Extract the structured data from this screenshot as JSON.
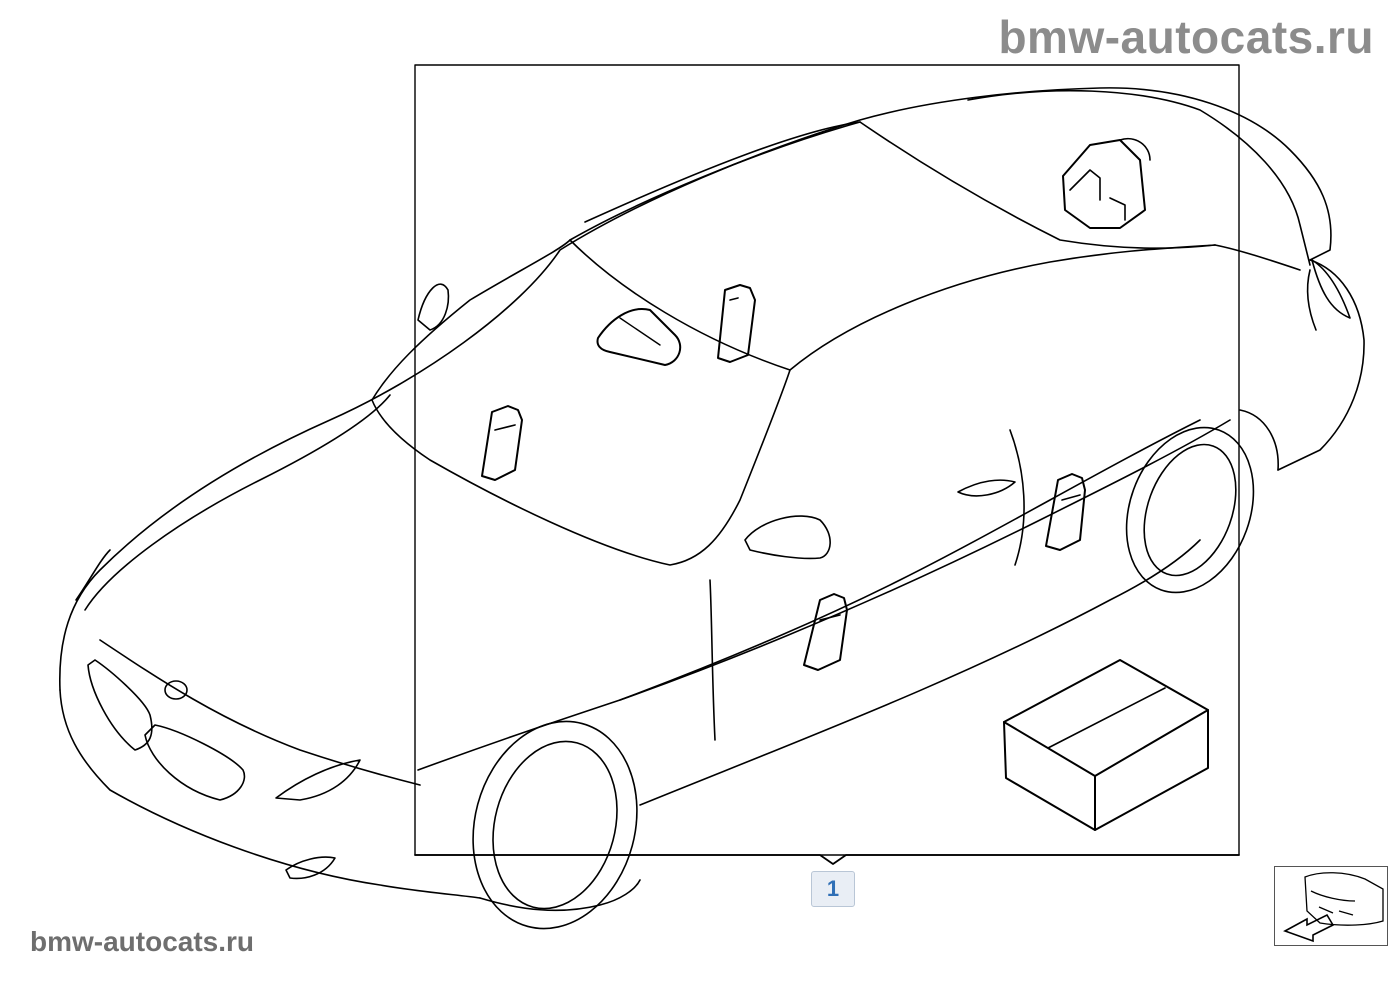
{
  "watermark_top": "bmw-autocats.ru",
  "watermark_bottom": "bmw-autocats.ru",
  "callouts": [
    {
      "label": "1"
    }
  ],
  "icons": {
    "nav_thumbnail": "car-front-arrow-icon",
    "parts": [
      "rain-sensor-icon",
      "antenna-module-icon",
      "control-unit-icon",
      "accessory-box-icon"
    ]
  },
  "colors": {
    "callout_text": "#2f6fb6",
    "callout_bg": "#e9eef5",
    "line_art": "#000000",
    "watermark": "#8c8c8c"
  }
}
